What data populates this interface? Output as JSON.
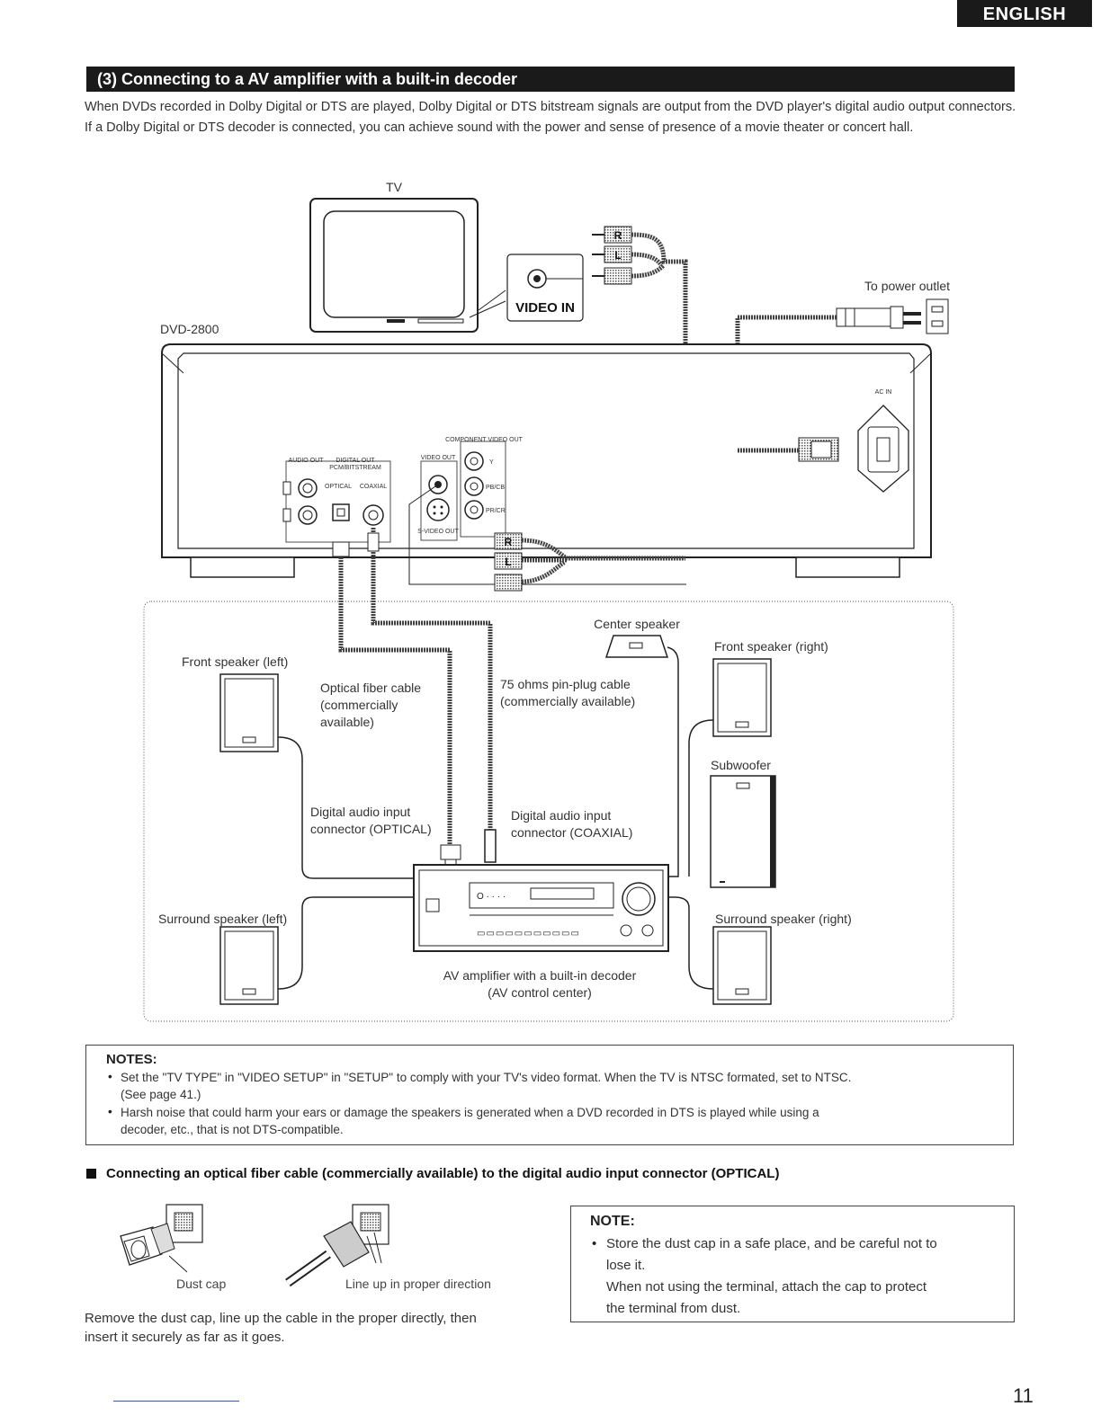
{
  "header": {
    "language_tab": "ENGLISH",
    "section_title": "(3) Connecting to a AV amplifier with a built-in decoder",
    "intro": "When DVDs recorded in Dolby Digital or DTS are played, Dolby Digital or DTS bitstream signals are output from the DVD player's digital audio output connectors. If a Dolby Digital or DTS decoder is connected, you can achieve sound with the power and sense of presence of a movie theater or concert hall."
  },
  "diagram": {
    "tv": "TV",
    "video_in": "VIDEO IN",
    "dvd_model": "DVD-2800",
    "power_outlet": "To power outlet",
    "ac_in": "AC IN",
    "audio_out": "AUDIO OUT",
    "digital_out": "DIGITAL OUT",
    "pcm_bitstream": "PCM/BITSTREAM",
    "optical_jack": "OPTICAL",
    "coaxial_jack": "COAXIAL",
    "video_out": "VIDEO OUT",
    "svideo_out": "S-VIDEO OUT",
    "component_out": "COMPONENT VIDEO OUT",
    "jack_y": "Y",
    "jack_pb": "PB/CB",
    "jack_pr": "PR/CR",
    "plug_r": "R",
    "plug_l": "L",
    "center_speaker": "Center speaker",
    "front_left": "Front speaker (left)",
    "front_right": "Front speaker (right)",
    "optical_cable": [
      "Optical fiber cable",
      "(commercially",
      "available)"
    ],
    "coax_cable": [
      "75 ohms pin-plug cable",
      "(commercially available)"
    ],
    "subwoofer": "Subwoofer",
    "optical_input": [
      "Digital audio input",
      "connector (OPTICAL)"
    ],
    "coaxial_input": [
      "Digital audio input",
      "connector (COAXIAL)"
    ],
    "surround_left": "Surround speaker (left)",
    "surround_right": "Surround speaker (right)",
    "amplifier": [
      "AV amplifier with a built-in decoder",
      "(AV control center)"
    ]
  },
  "notes": {
    "title": "NOTES:",
    "items": [
      [
        "Set the \"TV TYPE\" in \"VIDEO SETUP\" in \"SETUP\" to comply with your TV's video format. When the TV is NTSC formated, set to NTSC.",
        "(See page 41.)"
      ],
      [
        "Harsh noise that could harm your ears or damage the speakers is generated when a DVD recorded in DTS is played while using  a",
        "decoder, etc., that is not DTS-compatible."
      ]
    ]
  },
  "optical_section": {
    "heading": "Connecting an optical fiber cable (commercially available) to the digital audio input connector (OPTICAL)",
    "dust_cap": "Dust cap",
    "line_up": "Line up in proper direction",
    "caption": [
      "Remove the dust cap, line up the cable in the proper directly, then",
      "insert it securely as far as it goes."
    ]
  },
  "note_box": {
    "title": "NOTE:",
    "lines": [
      "Store the dust cap in a safe place, and be careful not to",
      "lose it.",
      "When not using the terminal, attach the cap to protect",
      "the terminal from dust."
    ]
  },
  "page_number": "11"
}
